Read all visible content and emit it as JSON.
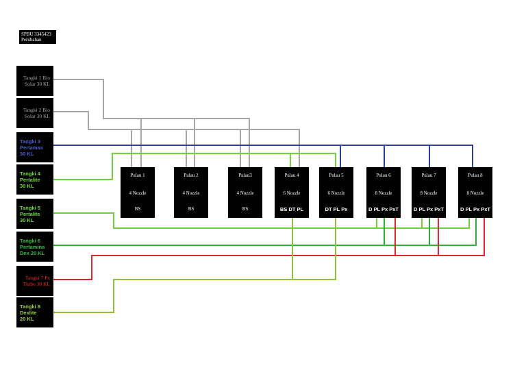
{
  "header": {
    "line1": "SPBU 3345423",
    "line2": "Perubahan"
  },
  "colors": {
    "grey": "#a6a6a6",
    "blue": "#2e3f9a",
    "green": "#6fcf3c",
    "dgreen": "#2fae3a",
    "red": "#e0262d",
    "lime": "#8fbf3a"
  },
  "tanks": [
    {
      "line1": "Tangki 1 Bio",
      "line2": "Solar 30 KL",
      "line3": "",
      "color": "#a6a6a6"
    },
    {
      "line1": "Tangki 2 Bio",
      "line2": "Solar 30 KL",
      "line3": "",
      "color": "#a6a6a6"
    },
    {
      "line1": "Tangki 3",
      "line2": "Pertamax",
      "line3": "30 KL",
      "color": "#4a5fd0"
    },
    {
      "line1": "Tangki 4",
      "line2": "Pertalite",
      "line3": "30 KL",
      "color": "#6fdc3c"
    },
    {
      "line1": "Tangki 5",
      "line2": "Pertalite",
      "line3": "30 KL",
      "color": "#6fdc3c"
    },
    {
      "line1": "Tangki 6",
      "line2": "Pertamina",
      "line3": "Dex 20 KL",
      "color": "#2fc040"
    },
    {
      "line1": "Tangki 7 Px",
      "line2": "Turbo 30 KL",
      "line3": "",
      "color": "#ff2a2a"
    },
    {
      "line1": "Tangki 8",
      "line2": "Dexlite",
      "line3": "20 KL",
      "color": "#9fd040"
    }
  ],
  "islands": [
    {
      "name": "Pulau 1",
      "nozzle": "4 Nozzle",
      "fuels": "BS"
    },
    {
      "name": "Pulau 2",
      "nozzle": "4 Nozzle",
      "fuels": "BS"
    },
    {
      "name": "Pulau3",
      "nozzle": "4 Nozzle",
      "fuels": "BS"
    },
    {
      "name": "Pulau 4",
      "nozzle": "6 Nozzle",
      "fuels": "BS DT PL"
    },
    {
      "name": "Pulau 5",
      "nozzle": "6 Nozzle",
      "fuels": "DT PL Px"
    },
    {
      "name": "Pulau 6",
      "nozzle": "8 Nozzle",
      "fuels": "D PL Px PxT"
    },
    {
      "name": "Pulau 7",
      "nozzle": "8 Nozzle",
      "fuels": "D PL Px PxT"
    },
    {
      "name": "Pulau 8",
      "nozzle": "8 Nozzle",
      "fuels": "D PL Px PxT"
    }
  ]
}
